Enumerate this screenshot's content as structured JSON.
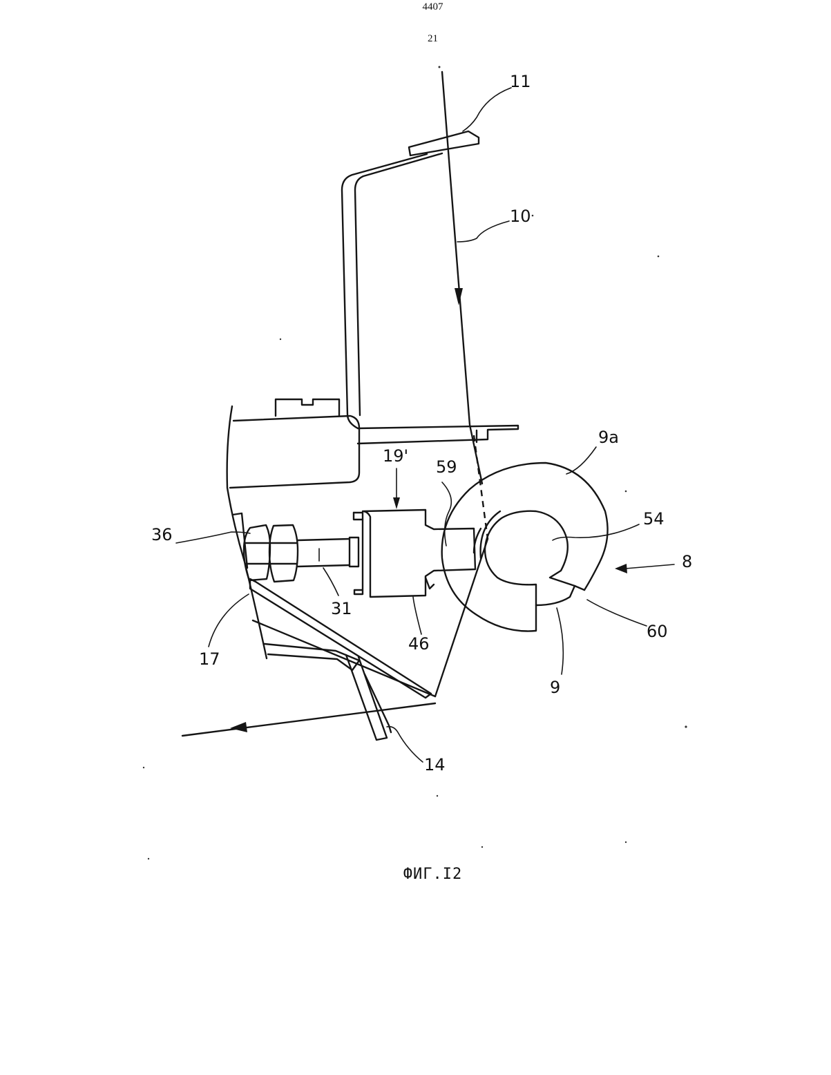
{
  "header": {
    "document_number": "4407",
    "sheet_number": "21"
  },
  "figure": {
    "caption": "ФИГ.I2",
    "labels": {
      "l11": "11",
      "l10": "10",
      "l9a": "9a",
      "l19": "19'",
      "l59": "59",
      "l54": "54",
      "l36": "36",
      "l8": "8",
      "l31": "31",
      "l46": "46",
      "l60": "60",
      "l17": "17",
      "l9": "9",
      "l14": "14"
    }
  }
}
